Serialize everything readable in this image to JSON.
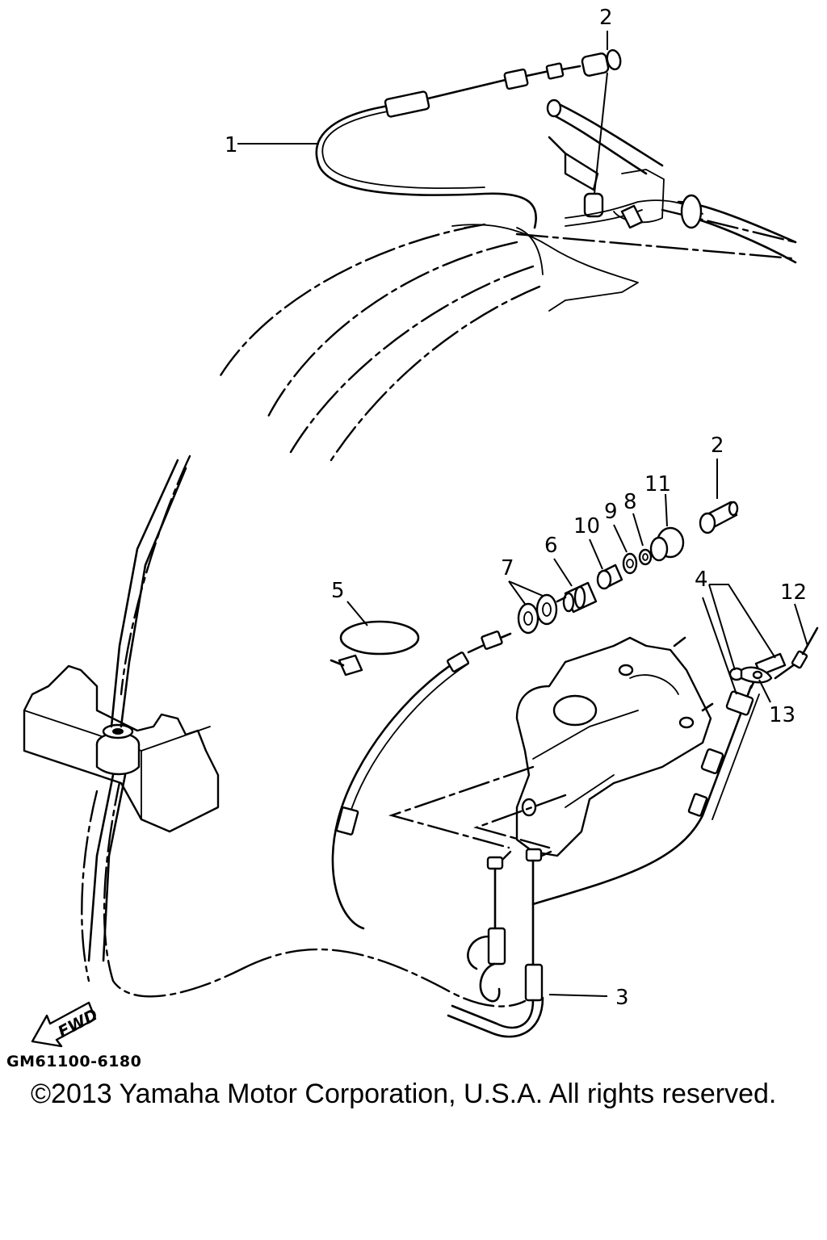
{
  "diagram": {
    "code": "GM61100-6180",
    "copyright": "©2013 Yamaha Motor Corporation, U.S.A. All rights reserved.",
    "fwd_label": "FWD",
    "callouts": {
      "c1": "1",
      "c2_top": "2",
      "c2_mid": "2",
      "c3": "3",
      "c4": "4",
      "c5": "5",
      "c6": "6",
      "c7": "7",
      "c8": "8",
      "c9": "9",
      "c10": "10",
      "c11": "11",
      "c12": "12",
      "c13": "13"
    }
  }
}
